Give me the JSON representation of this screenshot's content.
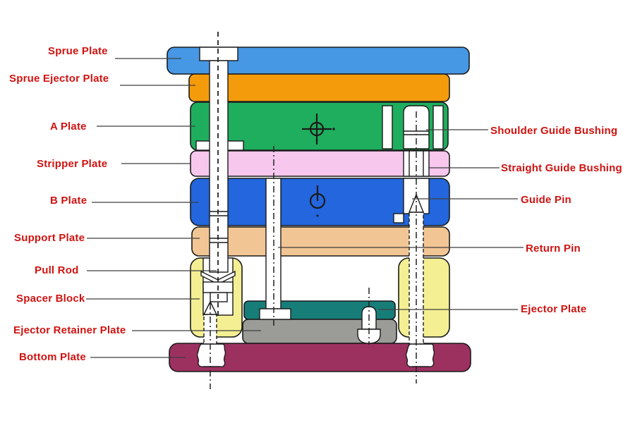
{
  "labels": {
    "left": [
      "Sprue Plate",
      "Sprue Ejector Plate",
      "A Plate",
      "Stripper Plate",
      "B Plate",
      "Support Plate",
      "Pull Rod",
      "Spacer Block",
      "Ejector Retainer Plate",
      "Bottom Plate"
    ],
    "right": [
      "Shoulder Guide Bushing",
      "Straight Guide Bushing",
      "Guide Pin",
      "Return Pin",
      "Ejector Plate"
    ]
  },
  "colors": {
    "label_text": "#cf1311",
    "outline": "#1a1a1a",
    "leader_line": "#3f3f3f",
    "centerline": "#222222",
    "white_part": "#ffffff",
    "sprue_plate": "#4697e4",
    "sprue_ejector_plate": "#f49b0c",
    "a_plate": "#1fae5e",
    "stripper_plate": "#f7c7ee",
    "b_plate": "#2366dd",
    "support_plate": "#f2c694",
    "spacer_block": "#f4ef92",
    "ejector_plate": "#177d78",
    "ejector_retainer_plate": "#9b9b97",
    "bottom_plate": "#9c3160"
  }
}
